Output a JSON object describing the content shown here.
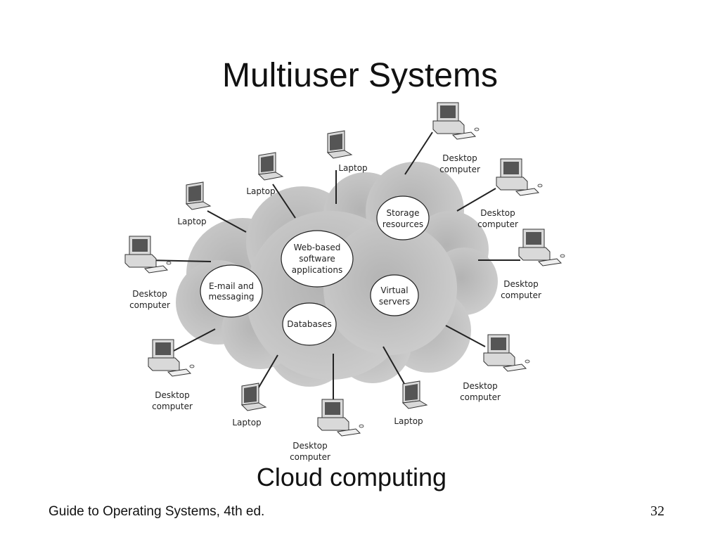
{
  "slide": {
    "title": "Multiuser Systems",
    "caption": "Cloud computing",
    "footer": "Guide to Operating Systems, 4th ed.",
    "page_number": "32"
  },
  "diagram": {
    "services": [
      {
        "id": "web",
        "lines": [
          "Web-based",
          "software",
          "applications"
        ]
      },
      {
        "id": "email",
        "lines": [
          "E-mail and",
          "messaging"
        ]
      },
      {
        "id": "storage",
        "lines": [
          "Storage",
          "resources"
        ]
      },
      {
        "id": "virtual",
        "lines": [
          "Virtual",
          "servers"
        ]
      },
      {
        "id": "databases",
        "lines": [
          "Databases"
        ]
      }
    ],
    "devices": [
      {
        "id": "laptop-top",
        "type": "laptop",
        "label": [
          "Laptop"
        ]
      },
      {
        "id": "laptop-upper-left",
        "type": "laptop",
        "label": [
          "Laptop"
        ]
      },
      {
        "id": "laptop-left",
        "type": "laptop",
        "label": [
          "Laptop"
        ]
      },
      {
        "id": "laptop-bottom-left",
        "type": "laptop",
        "label": [
          "Laptop"
        ]
      },
      {
        "id": "laptop-bottom-right",
        "type": "laptop",
        "label": [
          "Laptop"
        ]
      },
      {
        "id": "desktop-top-right",
        "type": "desktop",
        "label": [
          "Desktop",
          "computer"
        ]
      },
      {
        "id": "desktop-right-upper",
        "type": "desktop",
        "label": [
          "Desktop",
          "computer"
        ]
      },
      {
        "id": "desktop-right",
        "type": "desktop",
        "label": [
          "Desktop",
          "computer"
        ]
      },
      {
        "id": "desktop-right-lower",
        "type": "desktop",
        "label": [
          "Desktop",
          "computer"
        ]
      },
      {
        "id": "desktop-left",
        "type": "desktop",
        "label": [
          "Desktop",
          "computer"
        ]
      },
      {
        "id": "desktop-bottom-left",
        "type": "desktop",
        "label": [
          "Desktop",
          "computer"
        ]
      },
      {
        "id": "desktop-bottom",
        "type": "desktop",
        "label": [
          "Desktop",
          "computer"
        ]
      }
    ],
    "colors": {
      "cloud_fill": "#c8c8c8",
      "cloud_center": "#b5b5b5",
      "device_body": "#d9d9d9",
      "device_screen": "#555555",
      "line": "#222222"
    }
  }
}
